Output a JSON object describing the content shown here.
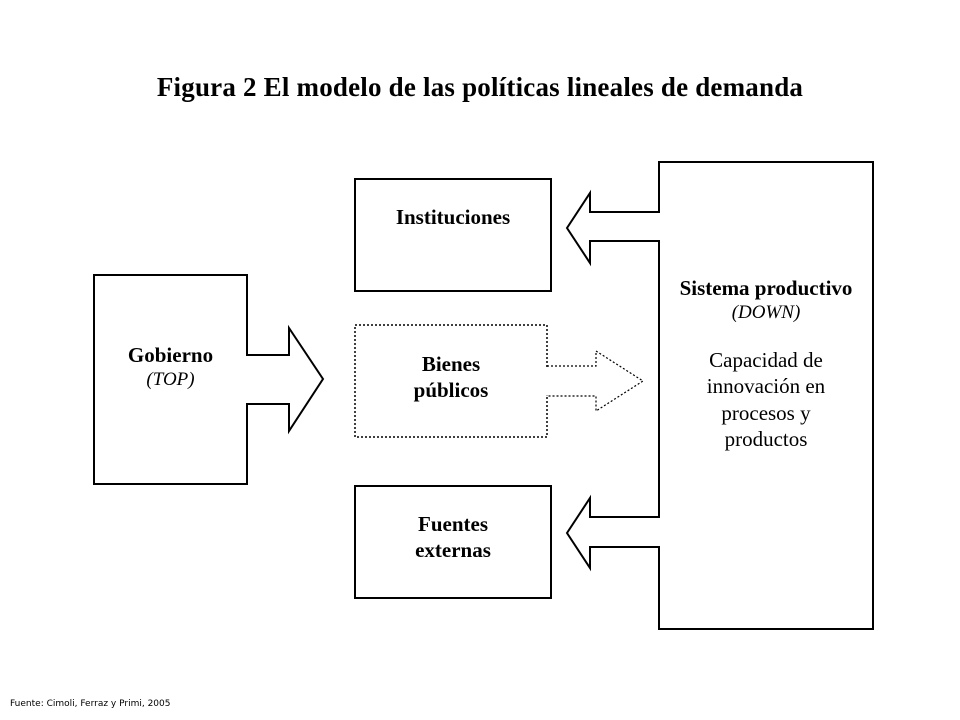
{
  "title": "Figura 2 El modelo de las políticas lineales de demanda",
  "gobierno": {
    "label": "Gobierno",
    "sublabel": "(TOP)"
  },
  "instituciones": {
    "label": "Instituciones"
  },
  "bienes": {
    "line1": "Bienes",
    "line2": "públicos"
  },
  "fuentes": {
    "line1": "Fuentes",
    "line2": "externas"
  },
  "sistema": {
    "label": "Sistema productivo",
    "sublabel": "(DOWN)",
    "desc_line1": "Capacidad de",
    "desc_line2": "innovación en",
    "desc_line3": "procesos y",
    "desc_line4": "productos"
  },
  "source": "Fuente: Cimoli, Ferraz y Primi, 2005"
}
